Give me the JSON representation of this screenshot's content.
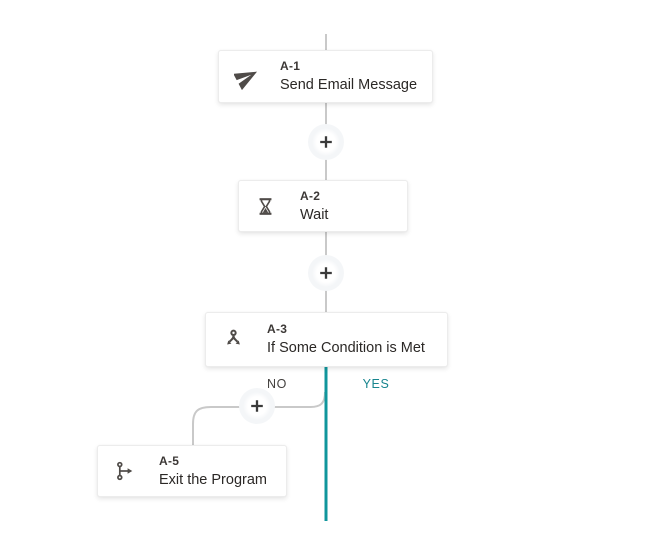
{
  "app": {
    "name": "journey-workflow-builder"
  },
  "colors": {
    "teal_line": "#10969c",
    "teal_text": "#17858e",
    "line_gray": "#c9c9c9",
    "card_border": "#ececec",
    "icon_gray": "#4f4b48",
    "title_gray": "#3c3836",
    "text_dark": "#2b2826",
    "plus_bg": "#f4f6f8",
    "plus_glyph": "#3a3a3a"
  },
  "nodes": [
    {
      "id": "A-1",
      "label": "Send Email Message",
      "icon": "send-icon"
    },
    {
      "id": "A-2",
      "label": "Wait",
      "icon": "hourglass-icon"
    },
    {
      "id": "A-3",
      "label": "If Some Condition is Met",
      "icon": "decision-split-icon"
    },
    {
      "id": "A-5",
      "label": "Exit the Program",
      "icon": "exit-icon"
    }
  ],
  "branch": {
    "no_label": "NO",
    "yes_label": "YES"
  },
  "ui": {
    "add_button_icon": "plus-icon",
    "add_button_count": 3
  }
}
